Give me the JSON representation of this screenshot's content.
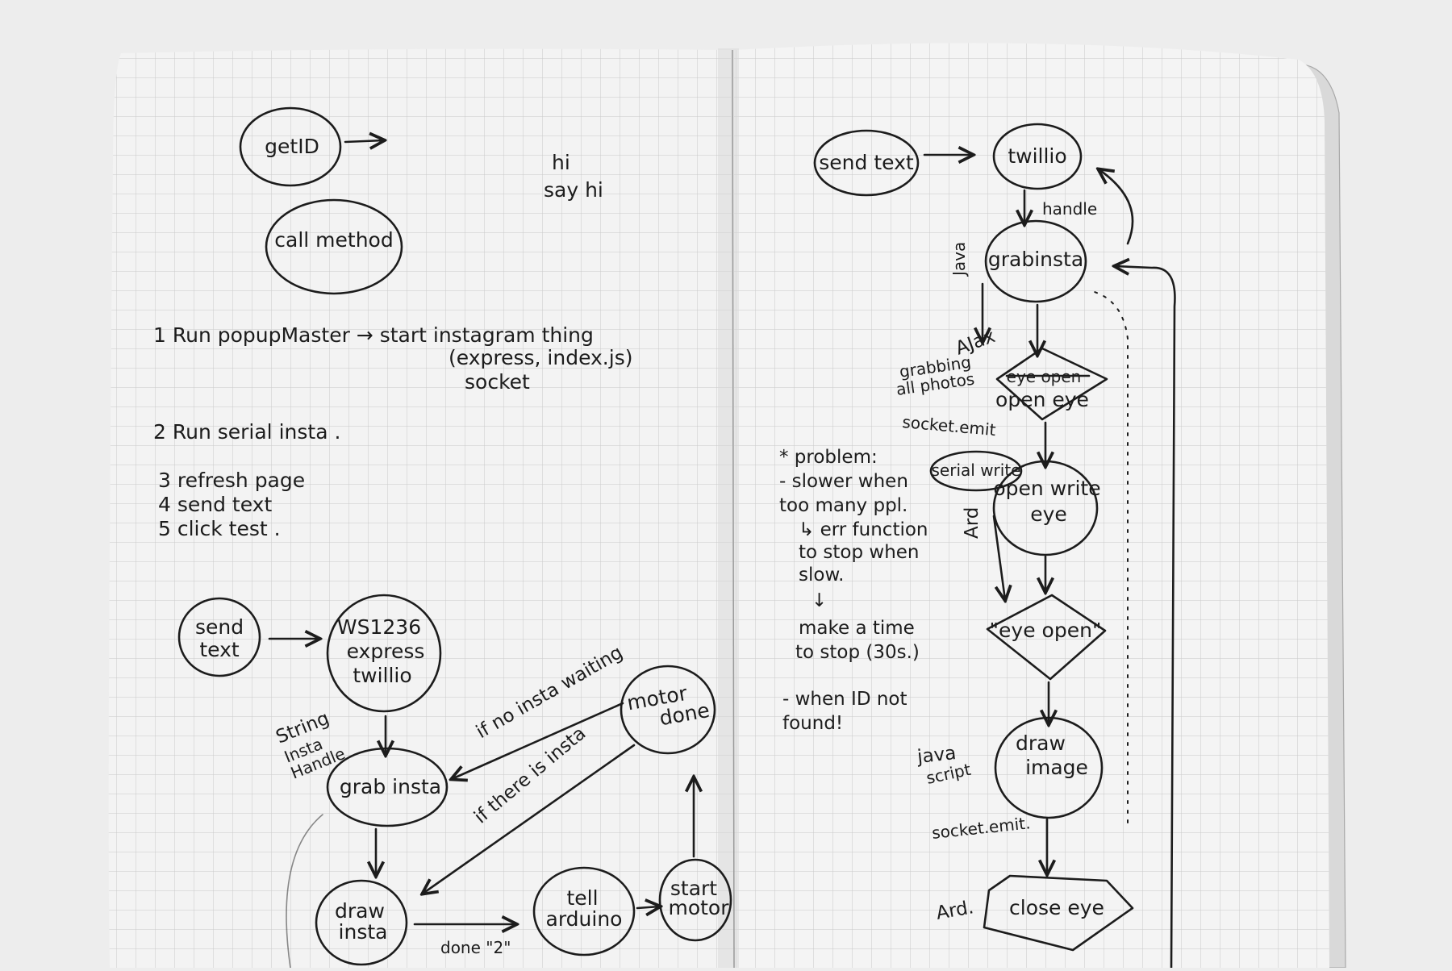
{
  "left_page": {
    "nodes": {
      "get_id": "getID",
      "call_method": "call method",
      "send_text": [
        "send",
        "text"
      ],
      "ws_express": [
        "WS1236",
        "express",
        "twillio"
      ],
      "grab_insta": "grab insta",
      "motor_done": [
        "motor",
        "done"
      ],
      "draw_insta": [
        "draw",
        "insta"
      ],
      "tell_arduino": [
        "tell",
        "arduino"
      ],
      "start_motor": [
        "start",
        "motor"
      ]
    },
    "notes": {
      "hi_say_hi": [
        "hi",
        "say hi"
      ],
      "step1": [
        "1 Run popupMaster  →  start instagram thing",
        "(express, index.js)",
        "socket"
      ],
      "step2": "2 Run serial insta .",
      "steps_3_5": [
        "3 refresh page",
        "4 send text",
        "5 click test ."
      ]
    },
    "edge_labels": {
      "string_insta_handle": [
        "String",
        "Insta",
        "Handle"
      ],
      "if_no_insta_waiting": "if no insta waiting",
      "if_there_is_insta": "if there is insta",
      "done": "done \"2\""
    }
  },
  "right_page": {
    "nodes": {
      "send_text": "send text",
      "twillio": "twillio",
      "grabinsta": "grabinsta",
      "open_eye": "open eye",
      "open_eye_struck": "eye open",
      "serial_write": "serial write",
      "open_write_eye": [
        "open write",
        "eye"
      ],
      "eye_open": "\"eye open\"",
      "draw_image": [
        "draw",
        "image"
      ],
      "close_eye": "close eye"
    },
    "edge_labels": {
      "handle": "handle",
      "java": "Java",
      "ajax": "AJax",
      "grabbing_all_photos": [
        "grabbing",
        "all photos"
      ],
      "socket_emit_1": "socket.emit",
      "ard_1": "Ard",
      "java_script": [
        "java",
        "script"
      ],
      "socket_emit_2": "socket.emit.",
      "ard_2": "Ard."
    },
    "problem_note": [
      "* problem:",
      "- slower when",
      "  too many ppl.",
      "↳ err function",
      "    to stop when",
      "    slow.",
      "↓",
      "make a time",
      "to stop (30s.)",
      "- when ID not",
      "  found!"
    ]
  }
}
